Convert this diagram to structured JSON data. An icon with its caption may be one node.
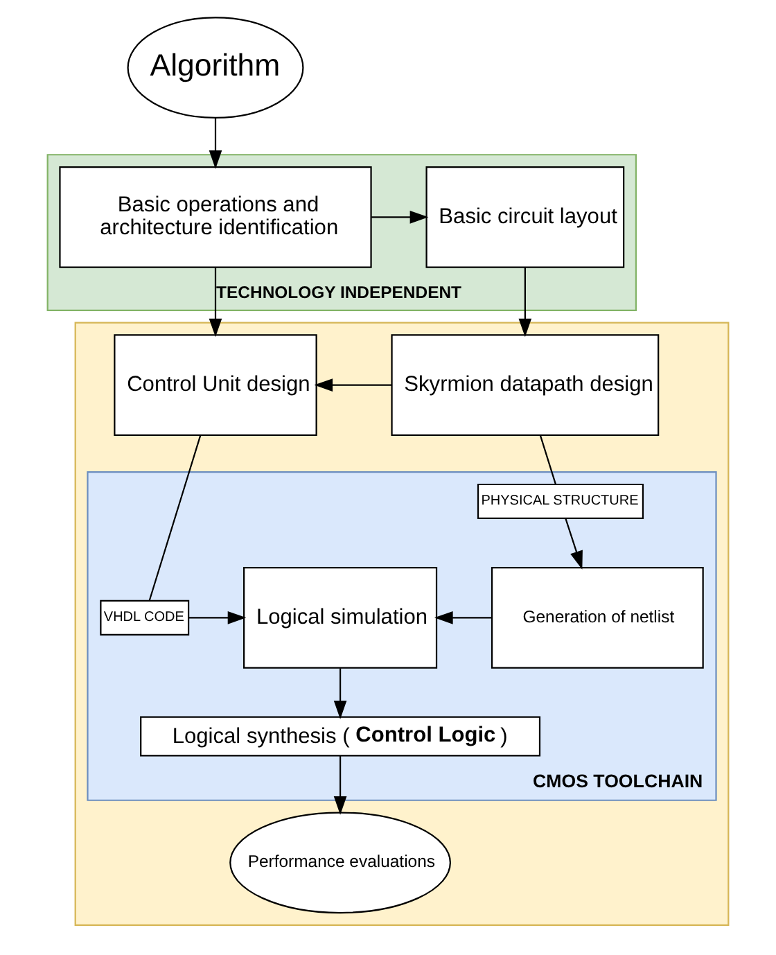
{
  "diagram": {
    "nodes": [
      {
        "text": [
          "Algorithm"
        ]
      },
      {
        "text": [
          "TECHNOLOGY INDEPENDENT"
        ]
      },
      {
        "text": [
          "Basic operations and architecture identification"
        ],
        "in": 1
      },
      {
        "text": [
          "Basic circuit layout"
        ],
        "in": 1
      },
      {
        "text": [],
        "shape": "box"
      },
      {
        "text": [
          "Control Unit design"
        ],
        "in": 4
      },
      {
        "text": [
          "Skyrmion datapath design"
        ],
        "in": 4
      },
      {
        "text": [
          "CMOS TOOLCHAIN"
        ],
        "in": 4
      },
      {
        "text": [
          "VHDL CODE"
        ],
        "in": 7
      },
      {
        "text": [
          "Logical simulation"
        ],
        "in": 7
      },
      {
        "text": [
          "PHYSICAL STRUCTURE"
        ],
        "in": 7
      },
      {
        "text": [
          "Generation of netlist"
        ],
        "in": 7
      },
      {
        "text": [
          "Logical synthesis (**Control Logic**)"
        ],
        "in": 7
      },
      {
        "text": [
          "Performance evaluations"
        ],
        "in": 4
      }
    ],
    "edges": [
      {
        "from": 0,
        "to": 2,
        "arrow": "to"
      },
      {
        "from": 2,
        "to": 3,
        "arrow": "to"
      },
      {
        "from": 2,
        "to": 5,
        "arrow": "to"
      },
      {
        "from": 3,
        "to": 6,
        "arrow": "to"
      },
      {
        "from": 6,
        "to": 5,
        "arrow": "to"
      },
      {
        "from": 5,
        "to": 8,
        "arrow": "none"
      },
      {
        "from": 8,
        "to": 9,
        "arrow": "to"
      },
      {
        "from": 6,
        "to": 10,
        "arrow": "none"
      },
      {
        "from": 10,
        "to": 11,
        "arrow": "to"
      },
      {
        "from": 11,
        "to": 9,
        "arrow": "to"
      },
      {
        "from": 9,
        "to": 12,
        "arrow": "to"
      },
      {
        "from": 12,
        "to": 13,
        "arrow": "to"
      }
    ]
  }
}
